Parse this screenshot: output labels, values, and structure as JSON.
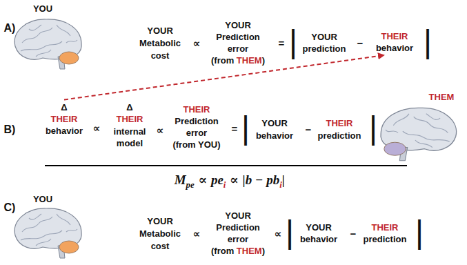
{
  "diagram": {
    "nodes": [
      {
        "text": [
          "THEIR",
          "behavior"
        ]
      },
      {
        "text": [
          "Δ",
          "THEIR",
          "behavior"
        ]
      }
    ],
    "edges": [
      {
        "from": 1,
        "to": 0,
        "arrow": "to"
      }
    ],
    "labels": [
      "A)",
      "YOU",
      "YOUR",
      "Metabolic",
      "cost",
      "∝",
      "YOUR",
      "Prediction",
      "error",
      "(from",
      "THEM",
      ")",
      "=",
      "|",
      "YOUR",
      "prediction",
      "−",
      "|",
      "B)",
      "∝",
      "Δ",
      "THEIR",
      "internal",
      "model",
      "∝",
      "THEIR",
      "Prediction",
      "error",
      "(from YOU)",
      "=",
      "|",
      "YOUR",
      "behavior",
      "−",
      "THEIR",
      "prediction",
      "|",
      "THEM",
      "M",
      "pe",
      "∝",
      "pe",
      "i",
      "∝",
      "|b − pb",
      "i",
      "|",
      "C)",
      "YOU",
      "YOUR",
      "Metabolic",
      "cost",
      "∝",
      "YOUR",
      "Prediction",
      "error",
      "(from",
      "THEM",
      ")",
      "∝",
      "|",
      "YOUR",
      "behavior",
      "−",
      "THEIR",
      "prediction",
      "|"
    ]
  }
}
